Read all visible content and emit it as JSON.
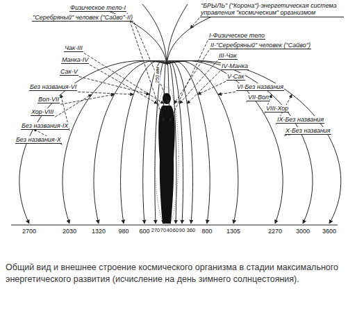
{
  "diagram": {
    "caption": "Общий вид и внешнее строение космического организма в стадии максимального энергетического развития (исчисление на день зимнего солнцестояния).",
    "labels": [
      "Физическое тело-I",
      "\"Серебряный\" человек (\"Сайво\"-II)",
      "Чак-III",
      "Манка-IV",
      "Сак-V",
      "Без названия-VI",
      "Воп-VII",
      "Хор-VIII",
      "Без названия-IX",
      "Без названия-X",
      "\"БРЫЛЬ\" (\"Корона\")-энергетическая система управления \"космическим\" организмом",
      "I-Физическое тело",
      "II-\"Серебряный\" человек (\"Сайво\")",
      "III-Чак",
      "IV-Манка",
      "V-Сак",
      "VI-Без названия",
      "VII-Воп",
      "VIII-Хор",
      "IX-Без названия",
      "X-Без названия",
      "250 мм",
      "2700",
      "2030",
      "1320",
      "980",
      "600",
      "270",
      "70",
      "40",
      "60",
      "90",
      "360",
      "800",
      "1305",
      "2270",
      "3000",
      "3600"
    ]
  }
}
